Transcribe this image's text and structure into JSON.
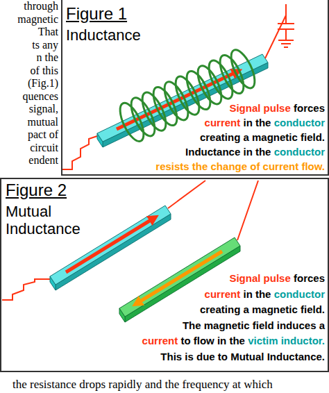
{
  "diagram": {
    "nodes": [
      {
        "text": [
          "Figure 1",
          "Inductance",
          "Signal pulse",
          "forces",
          "current",
          "in the",
          "conductor",
          "creating a magnetic field.",
          "Inductance in the",
          "conductor",
          "resists the change of current flow."
        ]
      },
      {
        "text": [
          "Figure 2",
          "Mutual Inductance",
          "Signal pulse",
          "forces",
          "current",
          "in the",
          "conductor",
          "creating a magnetic field.",
          "The magnetic field induces a",
          "current",
          "to flow in the",
          "victim inductor.",
          "This is due to Mutual Inductance."
        ]
      }
    ],
    "labels": [
      "through",
      "magnetic",
      "That",
      "ts any",
      "n the",
      "of this",
      "(Fig.1)",
      "quences",
      "signal,",
      "mutual",
      "pact of",
      "circuit",
      "endent",
      "the resistance drops rapidly and the frequency at which"
    ]
  }
}
